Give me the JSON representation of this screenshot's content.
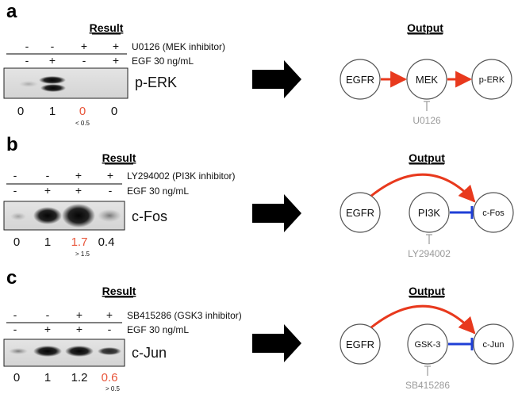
{
  "panels": [
    {
      "letter": "a",
      "result_heading": "Result",
      "output_heading": "Output",
      "treatments": [
        {
          "label": "U0126 (MEK inhibitor)",
          "signs": [
            "-",
            "-",
            "+",
            "+"
          ]
        },
        {
          "label": "EGF 30 ng/mL",
          "signs": [
            "-",
            "+",
            "-",
            "+"
          ]
        }
      ],
      "band_label": "p-ERK",
      "quant": [
        "0",
        "1",
        "0",
        "0"
      ],
      "highlight_index": 2,
      "threshold_note": "< 0.5",
      "nodes": [
        "EGFR",
        "MEK",
        "p-ERK"
      ],
      "inhibitor": "U0126"
    },
    {
      "letter": "b",
      "result_heading": "Result",
      "output_heading": "Output",
      "treatments": [
        {
          "label": "LY294002 (PI3K inhibitor)",
          "signs": [
            "-",
            "-",
            "+",
            "+"
          ]
        },
        {
          "label": "EGF 30 ng/mL",
          "signs": [
            "-",
            "+",
            "+",
            "-"
          ]
        }
      ],
      "band_label": "c-Fos",
      "quant": [
        "0",
        "1",
        "1.7",
        "0.4"
      ],
      "highlight_index": 2,
      "threshold_note": "> 1.5",
      "nodes": [
        "EGFR",
        "PI3K",
        "c-Fos"
      ],
      "inhibitor": "LY294002"
    },
    {
      "letter": "c",
      "result_heading": "Result",
      "output_heading": "Output",
      "treatments": [
        {
          "label": "SB415286 (GSK3 inhibitor)",
          "signs": [
            "-",
            "-",
            "+",
            "+"
          ]
        },
        {
          "label": "EGF 30 ng/mL",
          "signs": [
            "-",
            "+",
            "+",
            "-"
          ]
        }
      ],
      "band_label": "c-Jun",
      "quant": [
        "0",
        "1",
        "1.2",
        "0.6"
      ],
      "highlight_index": 3,
      "threshold_note": "> 0.5",
      "nodes": [
        "EGFR",
        "GSK-3",
        "c-Jun"
      ],
      "inhibitor": "SB415286"
    }
  ],
  "colors": {
    "activation": "#e8391d",
    "inhibition": "#1f3fd6",
    "highlight": "#e8553a",
    "inhibitor_text": "#9a9a9a"
  }
}
